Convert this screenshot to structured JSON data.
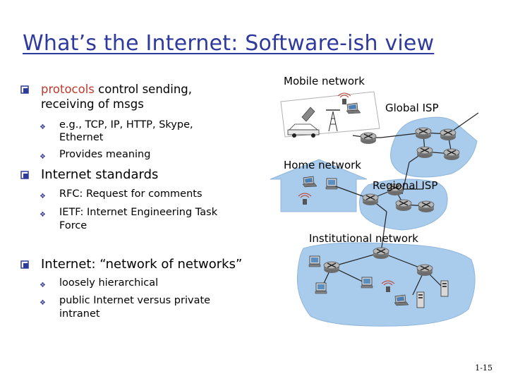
{
  "title": "What’s the Internet: Software-ish view",
  "bullets": {
    "b1_highlight": "protocols",
    "b1_line1_rest": " control sending,",
    "b1_line2": "receiving of msgs",
    "b1_sub1_line1": "e.g., TCP, IP, HTTP, Skype,",
    "b1_sub1_line2": "Ethernet",
    "b1_sub2": "Provides meaning",
    "b2": "Internet standards",
    "b2_sub1": "RFC: Request for comments",
    "b2_sub2_line1": "IETF: Internet Engineering Task",
    "b2_sub2_line2": "Force",
    "b3": "Internet: “network of networks”",
    "b3_sub1": "loosely hierarchical",
    "b3_sub2_line1": "public Internet versus private",
    "b3_sub2_line2": "intranet"
  },
  "diagram": {
    "mobile_network": "Mobile network",
    "global_isp": "Global ISP",
    "home_network": "Home network",
    "regional_isp": "Regional ISP",
    "institutional_network": "Institutional network"
  },
  "page_number": "1-15",
  "colors": {
    "title": "#2f3a9e",
    "highlight": "#c0392b",
    "network_fill": "#a9ccec",
    "bullet_marker": "#2f3a9e"
  },
  "icons": [
    "router-icon",
    "laptop-icon",
    "desktop-pc-icon",
    "server-icon",
    "cell-tower-icon",
    "car-icon",
    "wireless-access-point-icon",
    "phone-icon"
  ]
}
